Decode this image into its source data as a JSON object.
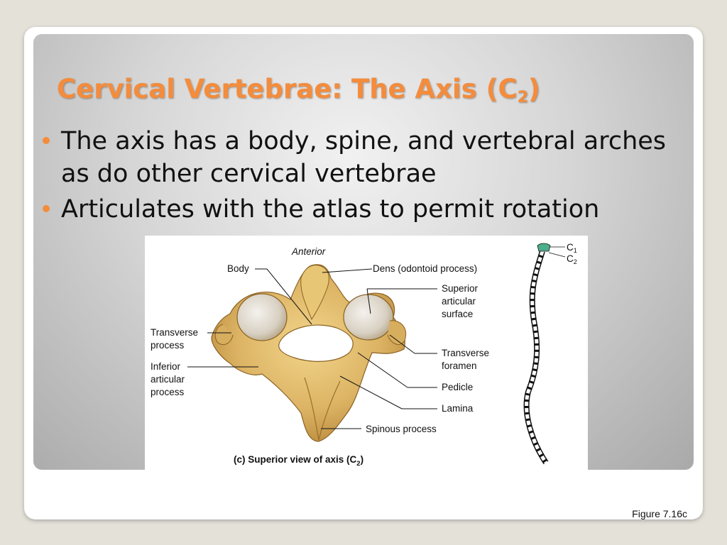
{
  "slide": {
    "title_main": "Cervical Vertebrae: The Axis (C",
    "title_sub": "2",
    "title_end": ")",
    "bullets": [
      "The axis has a body, spine, and vertebral arches as do other cervical vertebrae",
      "Articulates with the atlas to permit rotation"
    ],
    "accent_color": "#f48c3c",
    "figure_ref": "Figure 7.16c"
  },
  "figure": {
    "orientation": "Anterior",
    "labels": {
      "body": "Body",
      "dens": "Dens (odontoid process)",
      "superior_1": "Superior",
      "superior_2": "articular",
      "superior_3": "surface",
      "transverse_process_1": "Transverse",
      "transverse_process_2": "process",
      "inferior_1": "Inferior",
      "inferior_2": "articular",
      "inferior_3": "process",
      "transverse_foramen_1": "Transverse",
      "transverse_foramen_2": "foramen",
      "pedicle": "Pedicle",
      "lamina": "Lamina",
      "spinous": "Spinous process"
    },
    "caption_main": "(c)  Superior view of axis (C",
    "caption_sub": "2",
    "caption_end": ")",
    "spine_c1": "C",
    "spine_c1_sub": "1",
    "spine_c2": "C",
    "spine_c2_sub": "2"
  }
}
